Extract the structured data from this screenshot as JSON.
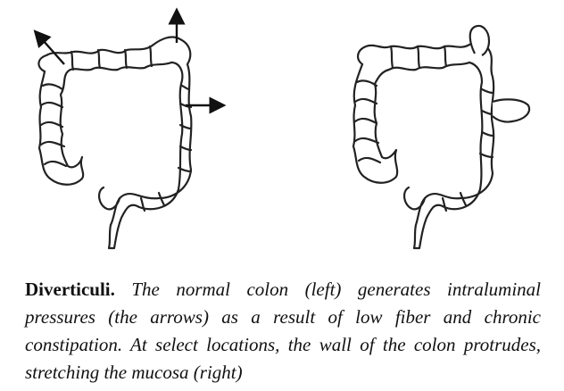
{
  "figure": {
    "left_panel": "normal colon with intraluminal pressure arrows",
    "right_panel": "colon with diverticula outpouchings",
    "line_color": "#222222",
    "arrow_color": "#111111",
    "arrow_count": 3,
    "diverticula_count": 2
  },
  "caption": {
    "term": "Diverticuli.",
    "text": "The normal colon (left) generates intraluminal pressures (the arrows) as a result of low fiber and chronic constipation. At select locations, the wall of the colon protrudes, stretching the mucosa (right)"
  }
}
